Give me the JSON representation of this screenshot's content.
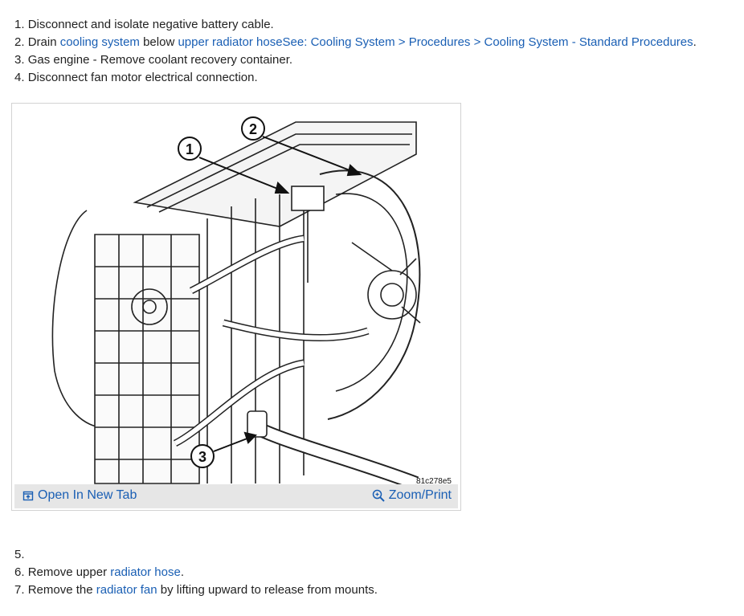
{
  "steps_top": [
    {
      "num": "1.",
      "pre": "Disconnect and isolate negative battery cable.",
      "link": "",
      "mid": "",
      "link2": "",
      "post": ""
    },
    {
      "num": "2.",
      "pre": "Drain ",
      "link": "cooling system",
      "mid": " below ",
      "link2": "upper radiator hoseSee: Cooling System > Procedures > Cooling System - Standard Procedures",
      "post": "."
    },
    {
      "num": "3.",
      "pre": "Gas engine - Remove coolant recovery container.",
      "link": "",
      "mid": "",
      "link2": "",
      "post": ""
    },
    {
      "num": "4.",
      "pre": "Disconnect fan motor electrical connection.",
      "link": "",
      "mid": "",
      "link2": "",
      "post": ""
    }
  ],
  "figure": {
    "callouts": [
      "1",
      "2",
      "3"
    ],
    "code": "81c278e5",
    "open_label": "Open In New Tab",
    "zoom_label": "Zoom/Print",
    "open_icon": "open-tab-icon",
    "zoom_icon": "magnifier-icon"
  },
  "steps_bottom": [
    {
      "num": "5.",
      "pre": "",
      "link": "",
      "post": ""
    },
    {
      "num": "6.",
      "pre": "Remove upper ",
      "link": "radiator hose",
      "post": "."
    },
    {
      "num": "7.",
      "pre": "Remove the ",
      "link": "radiator fan",
      "post": " by lifting upward to release from mounts."
    }
  ],
  "colors": {
    "link": "#1a5fb4",
    "text": "#222222",
    "toolbar": "#e6e6e6"
  }
}
